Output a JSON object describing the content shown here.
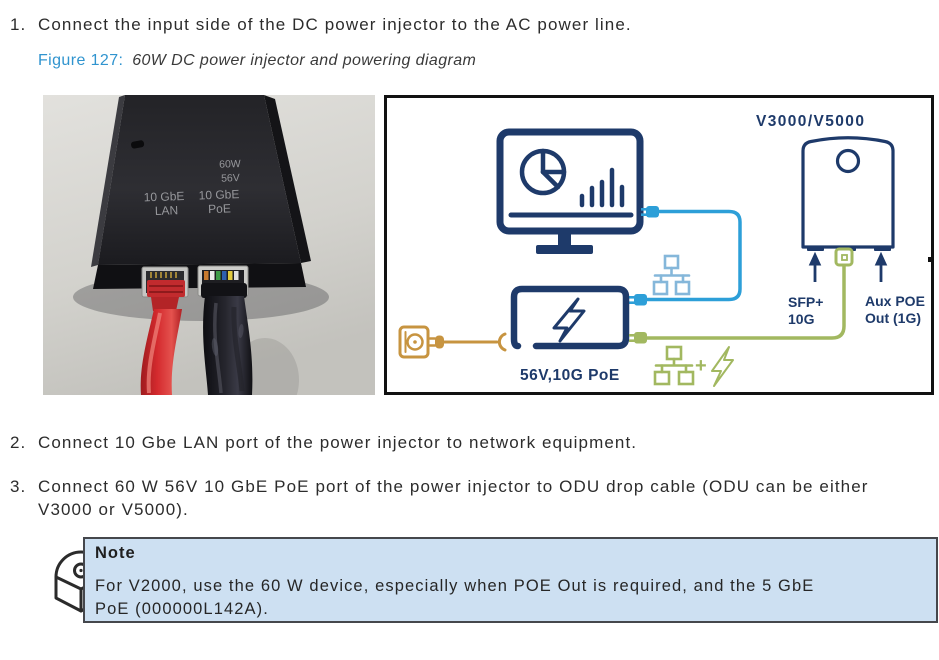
{
  "page": {
    "steps": [
      {
        "number": "1.",
        "text": "Connect the input side of the DC power injector to the AC power line."
      },
      {
        "number": "2.",
        "text": "Connect 10 Gbe LAN port of the power injector to network equipment."
      },
      {
        "number": "3.",
        "text": "Connect 60 W 56V 10 GbE PoE port of the power injector to ODU drop cable (ODU can be either\nV3000 or V5000)."
      }
    ],
    "figure_caption": {
      "prefix": "Figure 127:",
      "title": "60W DC power injector and powering diagram"
    },
    "note": {
      "label": "Note",
      "body": "For V2000, use the 60 W device, especially when POE Out is required, and the 5 GbE\nPoE (000000L142A)."
    }
  },
  "photo": {
    "labels": {
      "power": "60W",
      "voltage": "56V",
      "lan_speed": "10 GbE",
      "poe_speed": "10 GbE",
      "lan": "LAN",
      "poe": "PoE"
    }
  },
  "diagram": {
    "device_title": "V3000/V5000",
    "injector_label": "56V,10G PoE",
    "sfp_line1": "SFP+",
    "sfp_line2": "10G",
    "aux_line1": "Aux POE",
    "aux_line2": "Out (1G)",
    "plus_sign": "+"
  },
  "colors": {
    "navy": "#1e3a6a",
    "line_blue": "#2d9fd8",
    "icon_light_blue": "#85b7da",
    "green": "#a2b860",
    "orange": "#c79440",
    "figure_link_blue": "#3094cf",
    "note_background": "#cde0f2",
    "body_text": "#2c2c2c"
  }
}
